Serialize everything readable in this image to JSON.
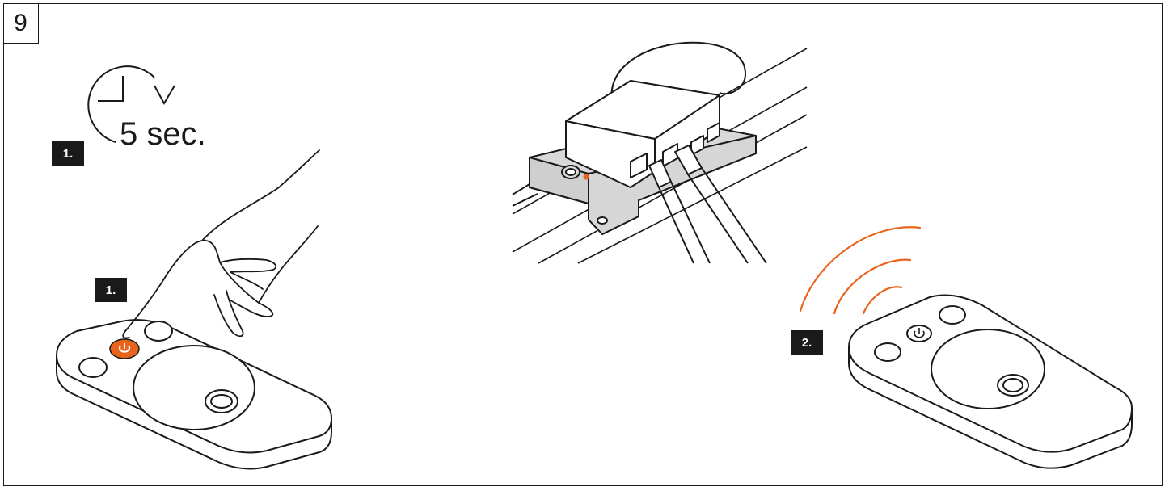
{
  "step_number": "9",
  "duration_text": "5 sec.",
  "badges": {
    "b1": "1.",
    "b2": "1.",
    "b3": "2."
  },
  "colors": {
    "accent": "#e8641c",
    "line": "#1a1a1a",
    "surface": "#ffffff",
    "receiver": "#d9d9d9"
  },
  "icons": [
    "clock-arrow-icon",
    "power-icon",
    "signal-waves-icon",
    "hand-icon"
  ]
}
